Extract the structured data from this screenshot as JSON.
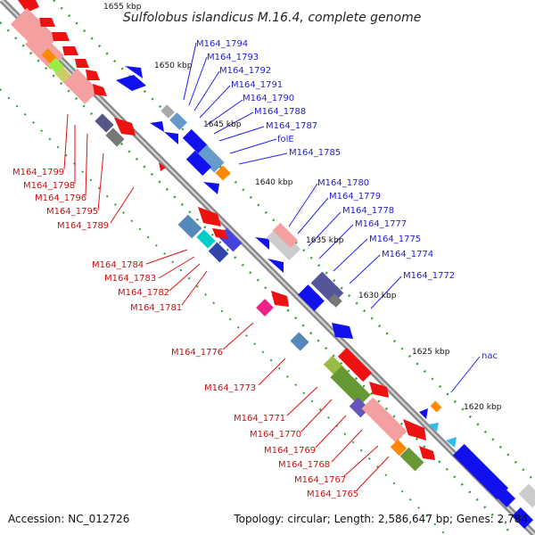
{
  "title": "Sulfolobus islandicus M.16.4, complete genome",
  "footer": {
    "accession": "Accession: NC_012726",
    "summary": "Topology: circular; Length: 2,586,647 bp; Genes: 2,784"
  },
  "colors": {
    "reverse_label": "#cc0000",
    "forward_label": "#0000cc",
    "backbone": "#888888",
    "tick_dots": "#3a9a3a"
  },
  "kbp_ticks": [
    "1655 kbp",
    "1650 kbp",
    "1645 kbp",
    "1640 kbp",
    "1635 kbp",
    "1630 kbp",
    "1625 kbp",
    "1620 kbp"
  ],
  "forward_genes": [
    "M164_1794",
    "M164_1793",
    "M164_1792",
    "M164_1791",
    "M164_1790",
    "M164_1788",
    "M164_1787",
    "folE",
    "M164_1785",
    "M164_1780",
    "M164_1779",
    "M164_1778",
    "M164_1777",
    "M164_1775",
    "M164_1774",
    "M164_1772",
    "nac"
  ],
  "reverse_genes": [
    "M164_1799",
    "M164_1798",
    "M164_1796",
    "M164_1795",
    "M164_1789",
    "M164_1784",
    "M164_1783",
    "M164_1782",
    "M164_1781",
    "M164_1776",
    "M164_1773",
    "M164_1771",
    "M164_1770",
    "M164_1769",
    "M164_1768",
    "M164_1767",
    "M164_1765"
  ]
}
